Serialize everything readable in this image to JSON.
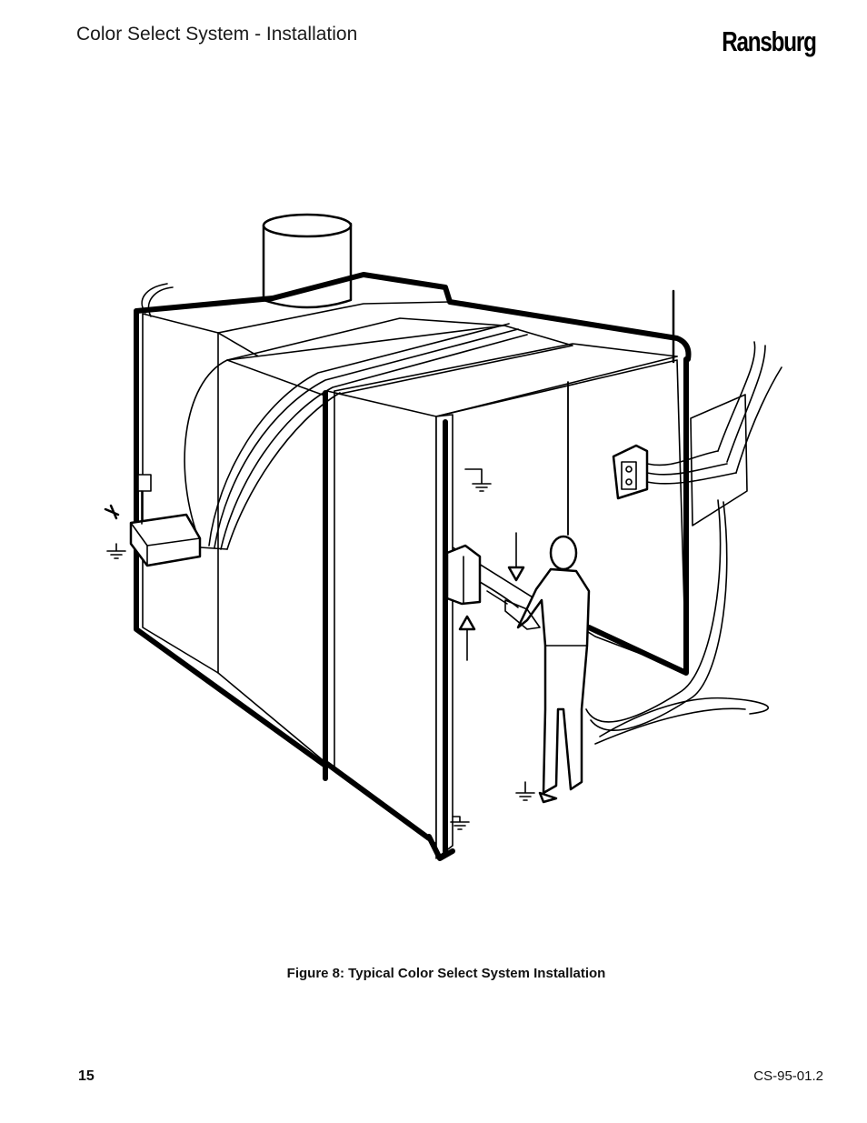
{
  "header": {
    "title": "Color Select System - Installation",
    "brand": "Ransburg"
  },
  "figure": {
    "caption": "Figure 8:  Typical Color Select System Installation"
  },
  "footer": {
    "page_number": "15",
    "document_id": "CS-95-01.2"
  },
  "icons": [
    "ground-symbol-icon",
    "arrow-down-icon",
    "arrow-up-icon"
  ]
}
